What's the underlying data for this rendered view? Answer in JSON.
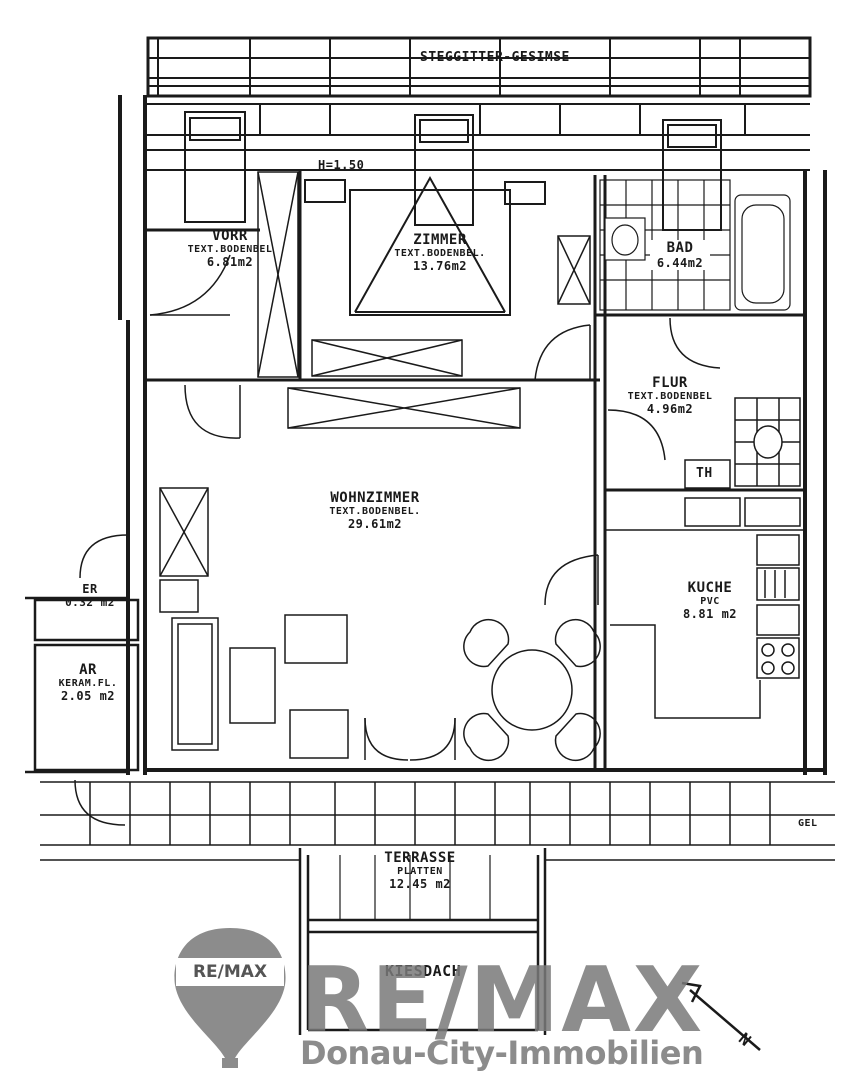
{
  "plan": {
    "top_label": "STEGGITTER-GESIMSE",
    "dimension_label": "H=1.50",
    "rooms": [
      {
        "id": "vorr",
        "name": "VORR",
        "sub": "TEXT.BODENBEL",
        "area": "6.81m2"
      },
      {
        "id": "zimmer",
        "name": "ZIMMER",
        "sub": "TEXT.BODENBEL.",
        "area": "13.76m2"
      },
      {
        "id": "bad",
        "name": "BAD",
        "sub": "",
        "area": "6.44m2"
      },
      {
        "id": "flur",
        "name": "FLUR",
        "sub": "TEXT.BODENBEL",
        "area": "4.96m2"
      },
      {
        "id": "wohnzimmer",
        "name": "WOHNZIMMER",
        "sub": "TEXT.BODENBEL.",
        "area": "29.61m2"
      },
      {
        "id": "er",
        "name": "ER",
        "sub": "",
        "area": "0.32 m2"
      },
      {
        "id": "ar",
        "name": "AR",
        "sub": "KERAM.FL.",
        "area": "2.05 m2"
      },
      {
        "id": "kueche",
        "name": "KUCHE",
        "sub": "PVC",
        "area": "8.81 m2"
      },
      {
        "id": "terrasse",
        "name": "TERRASSE",
        "sub": "PLATTEN",
        "area": "12.45 m2"
      }
    ],
    "kiesdach": "KIESDACH",
    "fixture_label": "TH",
    "corner_note": "GEL",
    "north_mark": "N"
  },
  "branding": {
    "balloon_text": "RE/MAX",
    "wordmark": "RE/MAX",
    "subtitle": "Donau-City-Immobilien",
    "colors": {
      "logo_gray": "#7a7a7a",
      "subtitle_gray": "#8c8c8c"
    }
  }
}
